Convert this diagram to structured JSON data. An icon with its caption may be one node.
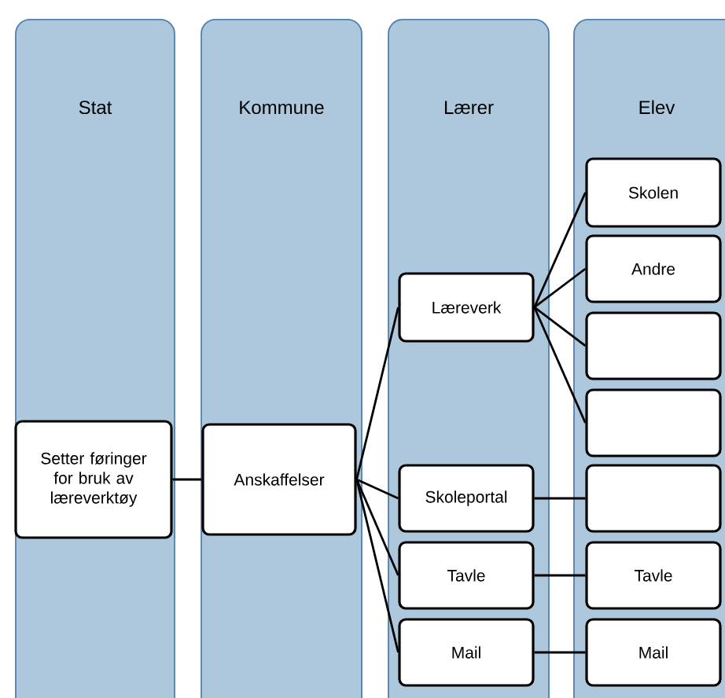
{
  "diagram": {
    "nodes": [
      {
        "text": [
          "Stat"
        ]
      },
      {
        "text": [
          "Kommune"
        ]
      },
      {
        "text": [
          "Lærer"
        ]
      },
      {
        "text": [
          "Elev"
        ]
      },
      {
        "text": [
          "Setter føringer for bruk av læreverktøy"
        ],
        "in": 0
      },
      {
        "text": [
          "Anskaffelser"
        ],
        "in": 1
      },
      {
        "text": [
          "Læreverk"
        ],
        "in": 2
      },
      {
        "text": [
          "Skoleportal"
        ],
        "in": 2
      },
      {
        "text": [
          "Tavle"
        ],
        "in": 2
      },
      {
        "text": [
          "Mail"
        ],
        "in": 2
      },
      {
        "text": [
          "Skolen"
        ],
        "in": 3
      },
      {
        "text": [
          "Andre"
        ],
        "in": 3
      },
      {
        "text": [],
        "shape": "box",
        "in": 3
      },
      {
        "text": [],
        "shape": "box",
        "in": 3
      },
      {
        "text": [],
        "shape": "box",
        "in": 3
      },
      {
        "text": [
          "Tavle"
        ],
        "in": 3
      },
      {
        "text": [
          "Mail"
        ],
        "in": 3
      }
    ],
    "edges": [
      {
        "from": 4,
        "to": 5,
        "arrow": "none"
      },
      {
        "from": 5,
        "to": 6,
        "arrow": "none"
      },
      {
        "from": 5,
        "to": 7,
        "arrow": "none"
      },
      {
        "from": 5,
        "to": 8,
        "arrow": "none"
      },
      {
        "from": 5,
        "to": 9,
        "arrow": "none"
      },
      {
        "from": 6,
        "to": 10,
        "arrow": "none"
      },
      {
        "from": 6,
        "to": 11,
        "arrow": "none"
      },
      {
        "from": 6,
        "to": 12,
        "arrow": "none"
      },
      {
        "from": 6,
        "to": 13,
        "arrow": "none"
      },
      {
        "from": 7,
        "to": 14,
        "arrow": "none"
      },
      {
        "from": 8,
        "to": 15,
        "arrow": "none"
      },
      {
        "from": 9,
        "to": 16,
        "arrow": "none"
      }
    ]
  }
}
